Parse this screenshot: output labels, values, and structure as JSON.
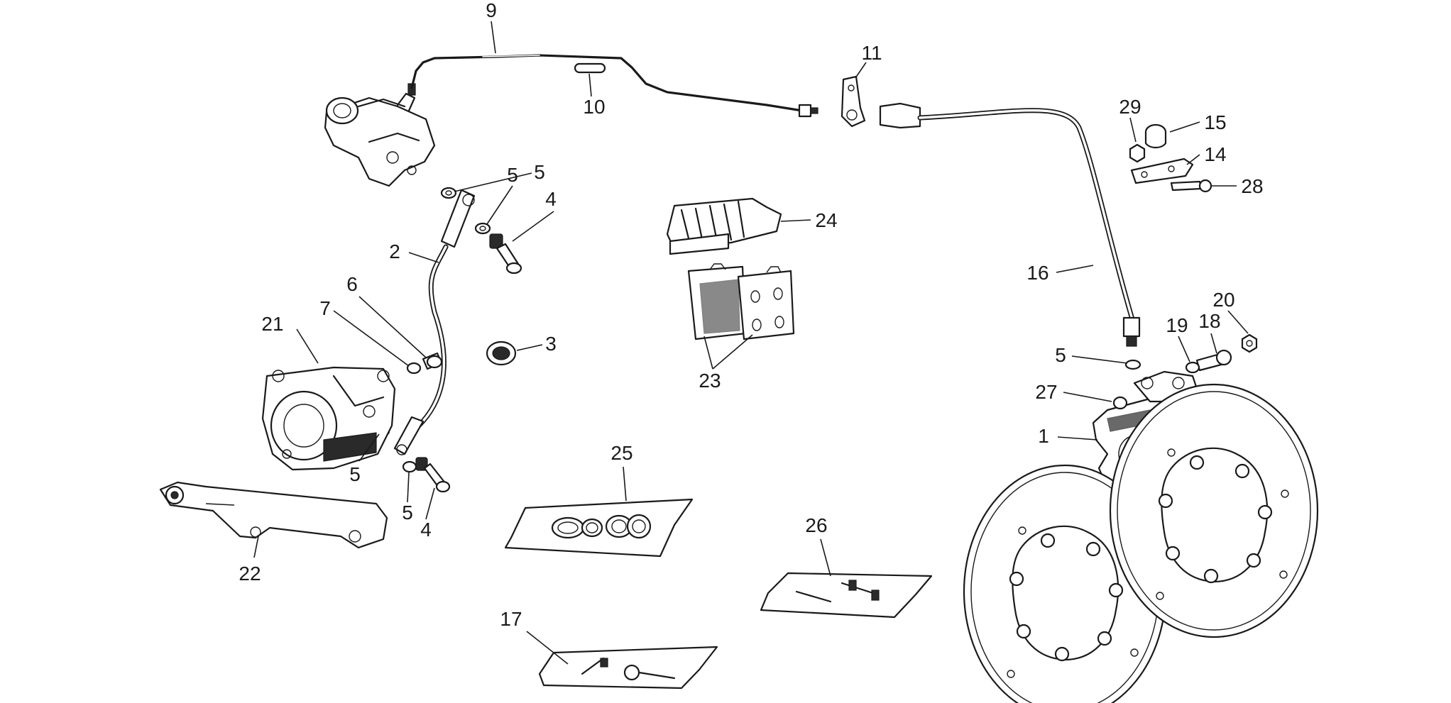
{
  "callouts": [
    {
      "id": "c1",
      "text": "1"
    },
    {
      "id": "c2",
      "text": "2"
    },
    {
      "id": "c3",
      "text": "3"
    },
    {
      "id": "c4a",
      "text": "4"
    },
    {
      "id": "c4b",
      "text": "4"
    },
    {
      "id": "c5a",
      "text": "5"
    },
    {
      "id": "c5b",
      "text": "5"
    },
    {
      "id": "c5c",
      "text": "5"
    },
    {
      "id": "c5d",
      "text": "5"
    },
    {
      "id": "c5e",
      "text": "5"
    },
    {
      "id": "c6",
      "text": "6"
    },
    {
      "id": "c7",
      "text": "7"
    },
    {
      "id": "c9",
      "text": "9"
    },
    {
      "id": "c10",
      "text": "10"
    },
    {
      "id": "c11",
      "text": "11"
    },
    {
      "id": "c14",
      "text": "14"
    },
    {
      "id": "c15",
      "text": "15"
    },
    {
      "id": "c16",
      "text": "16"
    },
    {
      "id": "c17",
      "text": "17"
    },
    {
      "id": "c18",
      "text": "18"
    },
    {
      "id": "c19",
      "text": "19"
    },
    {
      "id": "c20",
      "text": "20"
    },
    {
      "id": "c21",
      "text": "21"
    },
    {
      "id": "c22",
      "text": "22"
    },
    {
      "id": "c23",
      "text": "23"
    },
    {
      "id": "c24",
      "text": "24"
    },
    {
      "id": "c25",
      "text": "25"
    },
    {
      "id": "c26",
      "text": "26"
    },
    {
      "id": "c27",
      "text": "27"
    },
    {
      "id": "c28",
      "text": "28"
    },
    {
      "id": "c29",
      "text": "29"
    }
  ],
  "colors": {
    "ink": "#1a1a1a",
    "background": "#ffffff"
  }
}
